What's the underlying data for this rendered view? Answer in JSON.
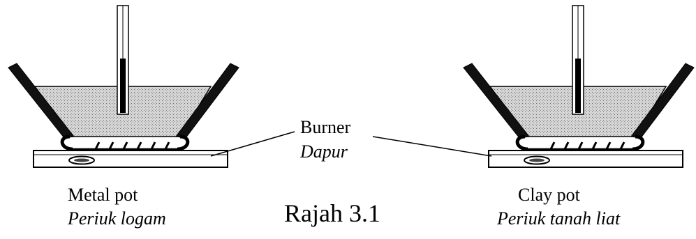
{
  "burner_label": {
    "en": "Burner",
    "ms": "Dapur"
  },
  "left_pot": {
    "en": "Metal pot",
    "ms": "Periuk logam"
  },
  "right_pot": {
    "en": "Clay pot",
    "ms": "Periuk tanah liat"
  },
  "caption": "Rajah 3.1",
  "colors": {
    "line": "#000000",
    "background": "#ffffff",
    "liquid": "#c8c8c8"
  }
}
